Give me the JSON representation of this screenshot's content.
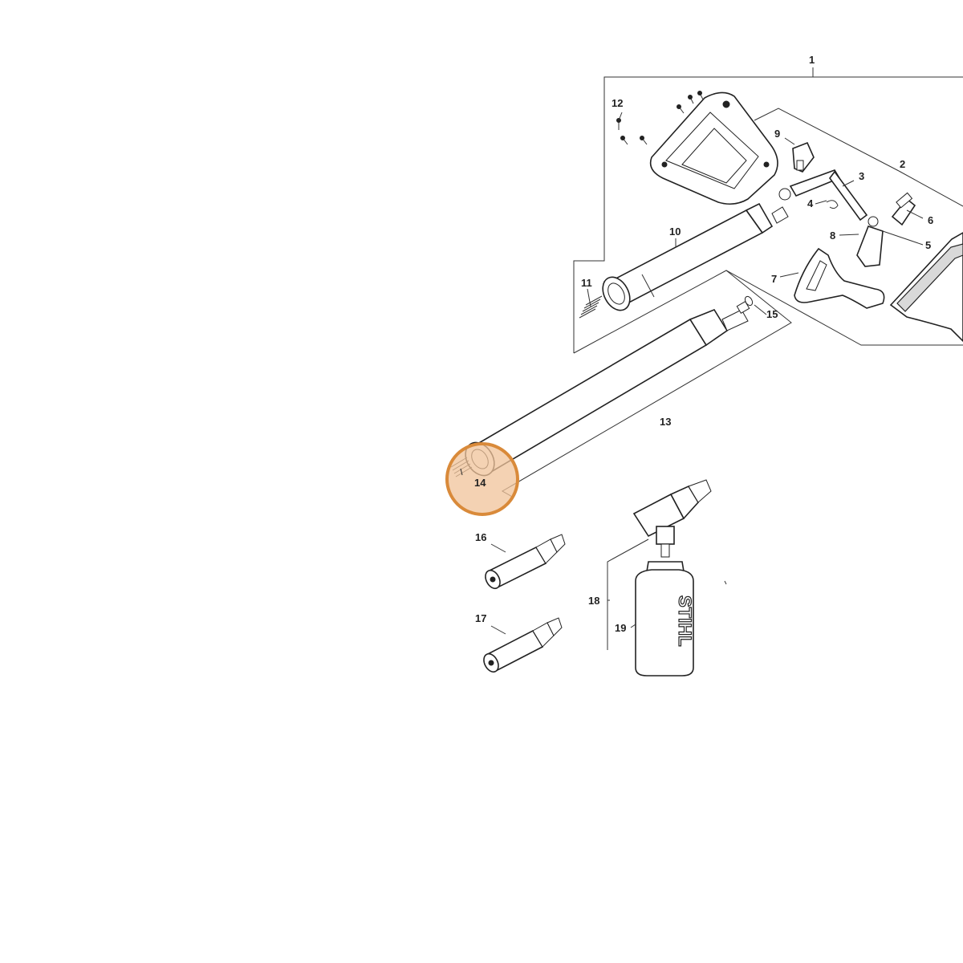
{
  "parts": [
    {
      "id": "part-1",
      "label": "1"
    },
    {
      "id": "part-2",
      "label": "2"
    },
    {
      "id": "part-3",
      "label": "3"
    },
    {
      "id": "part-4",
      "label": "4"
    },
    {
      "id": "part-5",
      "label": "5"
    },
    {
      "id": "part-6",
      "label": "6"
    },
    {
      "id": "part-7",
      "label": "7"
    },
    {
      "id": "part-8",
      "label": "8"
    },
    {
      "id": "part-9",
      "label": "9"
    },
    {
      "id": "part-10",
      "label": "10"
    },
    {
      "id": "part-11",
      "label": "11"
    },
    {
      "id": "part-12",
      "label": "12"
    },
    {
      "id": "part-13",
      "label": "13"
    },
    {
      "id": "part-14",
      "label": "14"
    },
    {
      "id": "part-15",
      "label": "15"
    },
    {
      "id": "part-16",
      "label": "16"
    },
    {
      "id": "part-17",
      "label": "17"
    },
    {
      "id": "part-18",
      "label": "18"
    },
    {
      "id": "part-19",
      "label": "19"
    }
  ],
  "bottle_brand": "STIHL",
  "highlighted_part": "14",
  "highlight_color": "#d98a3a",
  "highlight_fill": "#f0c39a"
}
